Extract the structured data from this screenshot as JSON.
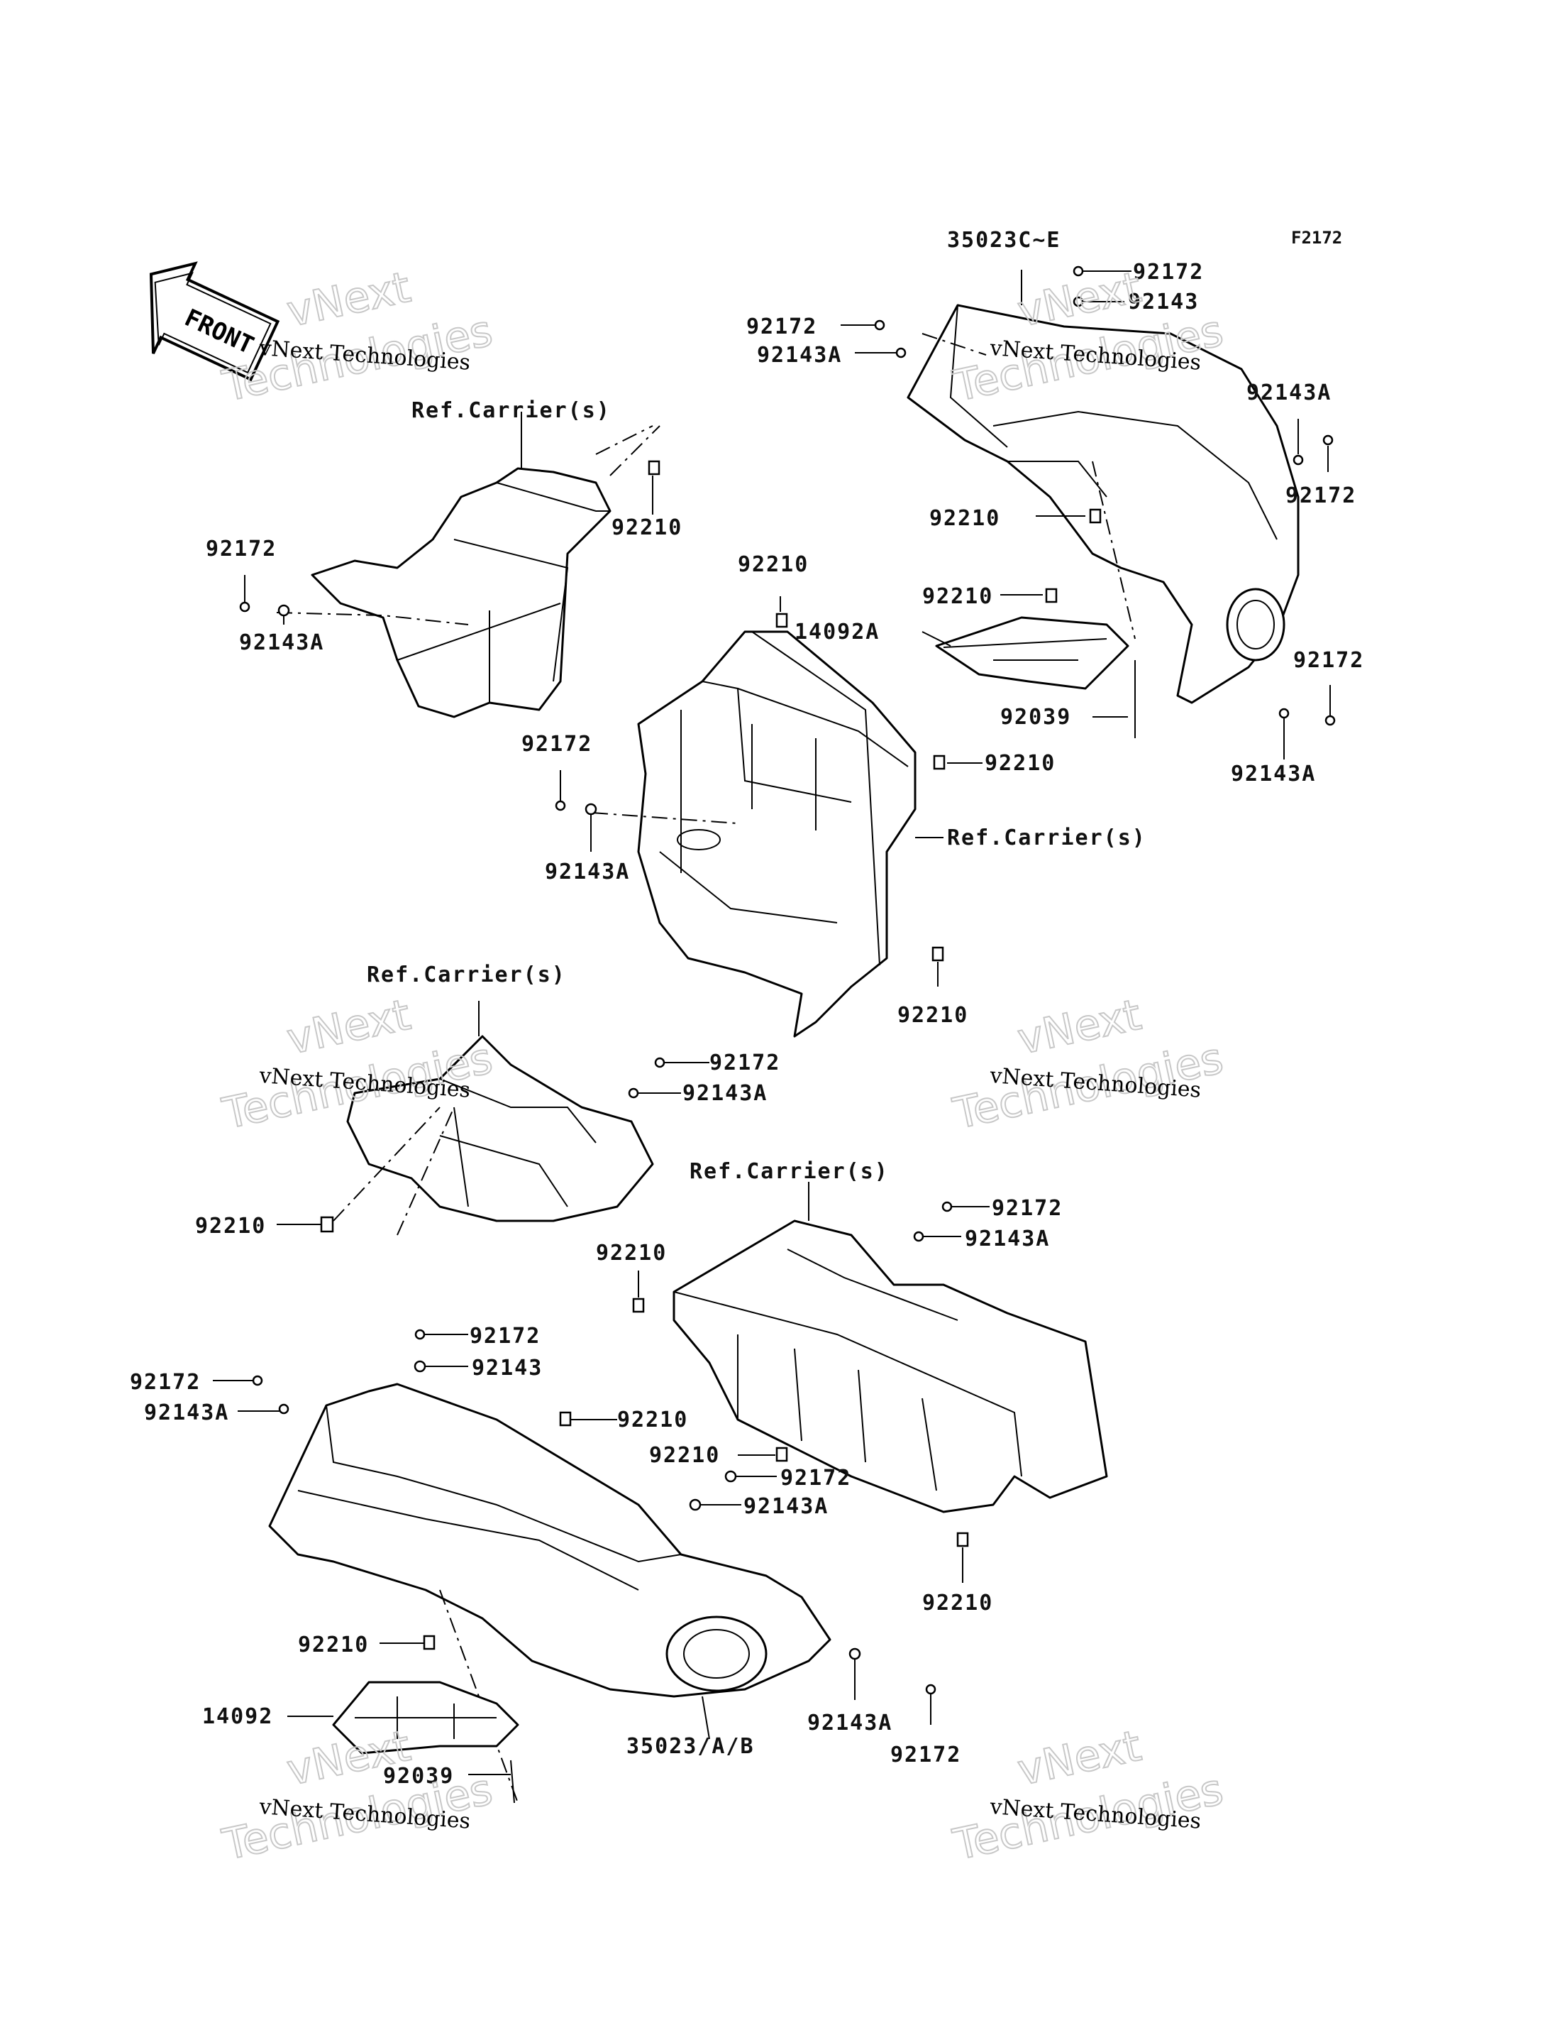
{
  "figure_id": "F2172",
  "front_label": "FRONT",
  "watermark": {
    "line1": "vNext Technologies",
    "line2": "vNext",
    "line3": "Technologies"
  },
  "labels": {
    "l01": "35023C~E",
    "l02": "92172",
    "l03": "92143",
    "l04": "92172",
    "l05": "92143A",
    "l06": "92143A",
    "l07": "92172",
    "l08": "Ref.Carrier(s)",
    "l09": "92210",
    "l10": "92172",
    "l11": "92143A",
    "l12": "92210",
    "l13": "92210",
    "l14": "92210",
    "l15": "14092A",
    "l16": "92039",
    "l17": "92172",
    "l18": "92143A",
    "l19": "92210",
    "l20": "92172",
    "l21": "Ref.Carrier(s)",
    "l22": "92143A",
    "l23": "92210",
    "l24": "Ref.Carrier(s)",
    "l25": "92172",
    "l26": "92143A",
    "l27": "92210",
    "l28": "Ref.Carrier(s)",
    "l29": "92172",
    "l30": "92143A",
    "l31": "92210",
    "l32": "92172",
    "l33": "92143",
    "l34": "92172",
    "l35": "92143A",
    "l36": "92210",
    "l37": "92210",
    "l38": "92172",
    "l39": "92143A",
    "l40": "92210",
    "l41": "92210",
    "l42": "14092",
    "l43": "92039",
    "l44": "35023/A/B",
    "l45": "92143A",
    "l46": "92172"
  }
}
